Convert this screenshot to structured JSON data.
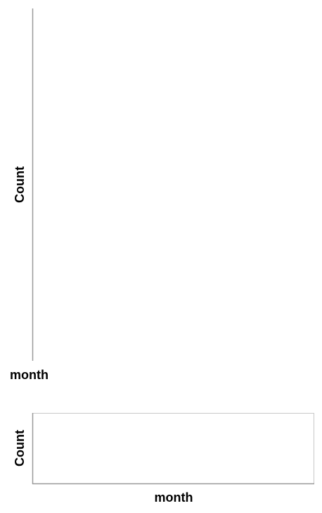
{
  "chart_data": [
    {
      "type": "bar",
      "xlabel": "month",
      "ylabel": "Count",
      "categories": [],
      "values": []
    },
    {
      "type": "bar",
      "xlabel": "month",
      "ylabel": "Count",
      "categories": [],
      "values": []
    }
  ],
  "colors": {
    "axis": "#999999",
    "frame": "#c8c8c8"
  }
}
